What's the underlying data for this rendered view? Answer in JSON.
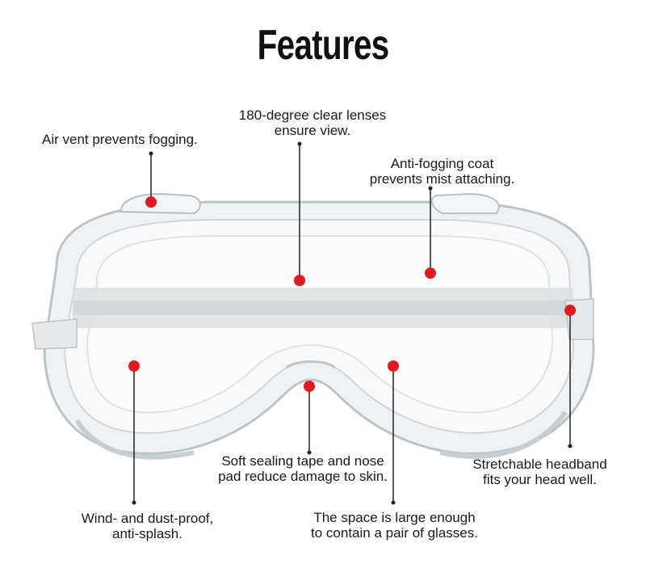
{
  "title": "Features",
  "colors": {
    "marker": "#e01b22",
    "line": "#222222"
  },
  "features": [
    {
      "id": "air-vent",
      "lines": [
        "Air vent prevents fogging."
      ]
    },
    {
      "id": "clear-lenses",
      "lines": [
        "180-degree clear lenses",
        "ensure view."
      ]
    },
    {
      "id": "anti-fog",
      "lines": [
        "Anti-fogging coat",
        "prevents mist attaching."
      ]
    },
    {
      "id": "headband",
      "lines": [
        "Stretchable headband",
        "fits your head well."
      ]
    },
    {
      "id": "sealing",
      "lines": [
        "Soft sealing tape and nose",
        "pad reduce damage to skin."
      ]
    },
    {
      "id": "dust-proof",
      "lines": [
        "Wind- and dust-proof,",
        "anti-splash."
      ]
    },
    {
      "id": "space",
      "lines": [
        "The space is large enough",
        "to contain a pair of glasses."
      ]
    }
  ]
}
